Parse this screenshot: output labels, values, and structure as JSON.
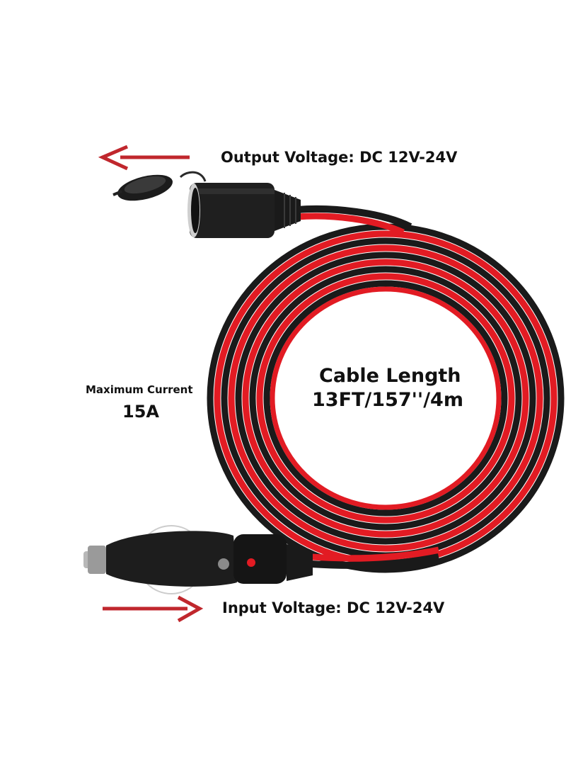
{
  "labels": {
    "output_voltage": "Output Voltage: DC 12V-24V",
    "input_voltage": "Input Voltage: DC 12V-24V",
    "max_current_label": "Maximum Current",
    "max_current_value": "15A",
    "cable_length_title": "Cable Length",
    "cable_length_value": "13FT/157''/4m"
  },
  "colors": {
    "cable_red": "#e21b23",
    "cable_black": "#1a1a1a",
    "arrow_red": "#c0272d",
    "text": "#111111"
  },
  "icons": {
    "output_arrow": "arrow-left-icon",
    "input_arrow": "arrow-right-icon",
    "socket": "cigarette-lighter-socket",
    "plug": "cigarette-lighter-plug",
    "led": "led-indicator"
  }
}
